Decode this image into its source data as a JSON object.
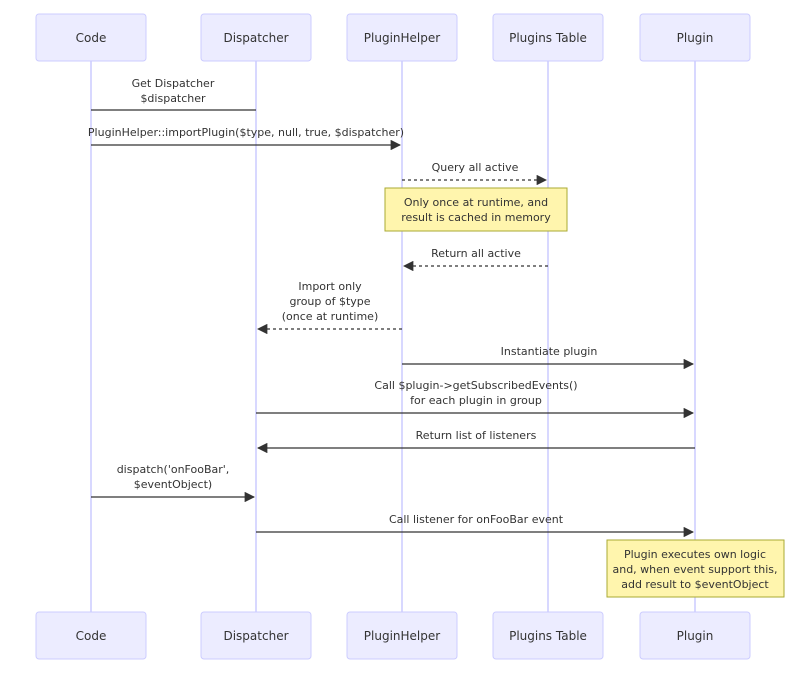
{
  "participants": {
    "code": "Code",
    "dispatcher": "Dispatcher",
    "pluginhelper": "PluginHelper",
    "plugins_table": "Plugins Table",
    "plugin": "Plugin"
  },
  "messages": [
    {
      "from": "dispatcher",
      "to": "code",
      "style": "solid",
      "arrow": "none",
      "lines": [
        "Get Dispatcher",
        "$dispatcher"
      ]
    },
    {
      "from": "code",
      "to": "pluginhelper",
      "style": "solid",
      "arrow": "filled",
      "lines": [
        "PluginHelper::importPlugin($type, null, true, $dispatcher)"
      ]
    },
    {
      "from": "pluginhelper",
      "to": "plugins_table",
      "style": "dashed",
      "arrow": "filled",
      "lines": [
        "Query all active"
      ]
    },
    {
      "from": "plugins_table",
      "to": "pluginhelper",
      "style": "dashed",
      "arrow": "filled",
      "lines": [
        "Return all active"
      ]
    },
    {
      "from": "pluginhelper",
      "to": "dispatcher",
      "style": "dashed",
      "arrow": "filled",
      "lines": [
        "Import only",
        "group of $type",
        "(once at runtime)"
      ]
    },
    {
      "from": "pluginhelper",
      "to": "plugin",
      "style": "solid",
      "arrow": "filled",
      "lines": [
        "Instantiate plugin"
      ]
    },
    {
      "from": "dispatcher",
      "to": "plugin",
      "style": "solid",
      "arrow": "filled",
      "lines": [
        "Call $plugin->getSubscribedEvents()",
        "for each plugin in group"
      ]
    },
    {
      "from": "plugin",
      "to": "dispatcher",
      "style": "solid",
      "arrow": "filled",
      "lines": [
        "Return list of listeners"
      ]
    },
    {
      "from": "code",
      "to": "dispatcher",
      "style": "solid",
      "arrow": "filled",
      "lines": [
        "dispatch('onFooBar',",
        "$eventObject)"
      ]
    },
    {
      "from": "dispatcher",
      "to": "plugin",
      "style": "solid",
      "arrow": "filled",
      "lines": [
        "Call listener for onFooBar event"
      ]
    }
  ],
  "notes": [
    {
      "over": "pluginhelper",
      "lines": [
        "Only once at runtime, and",
        "result is cached in memory"
      ]
    },
    {
      "over": "plugin",
      "lines": [
        "Plugin executes own logic",
        "and, when event support this,",
        "add result to $eventObject"
      ]
    }
  ],
  "colors": {
    "actor_fill": "#ECECFF",
    "actor_border": "#CCCCFF",
    "lifeline": "#CCCCFF",
    "message": "#333333",
    "note_fill": "#FFF5AD",
    "note_border": "#AAAA33"
  }
}
